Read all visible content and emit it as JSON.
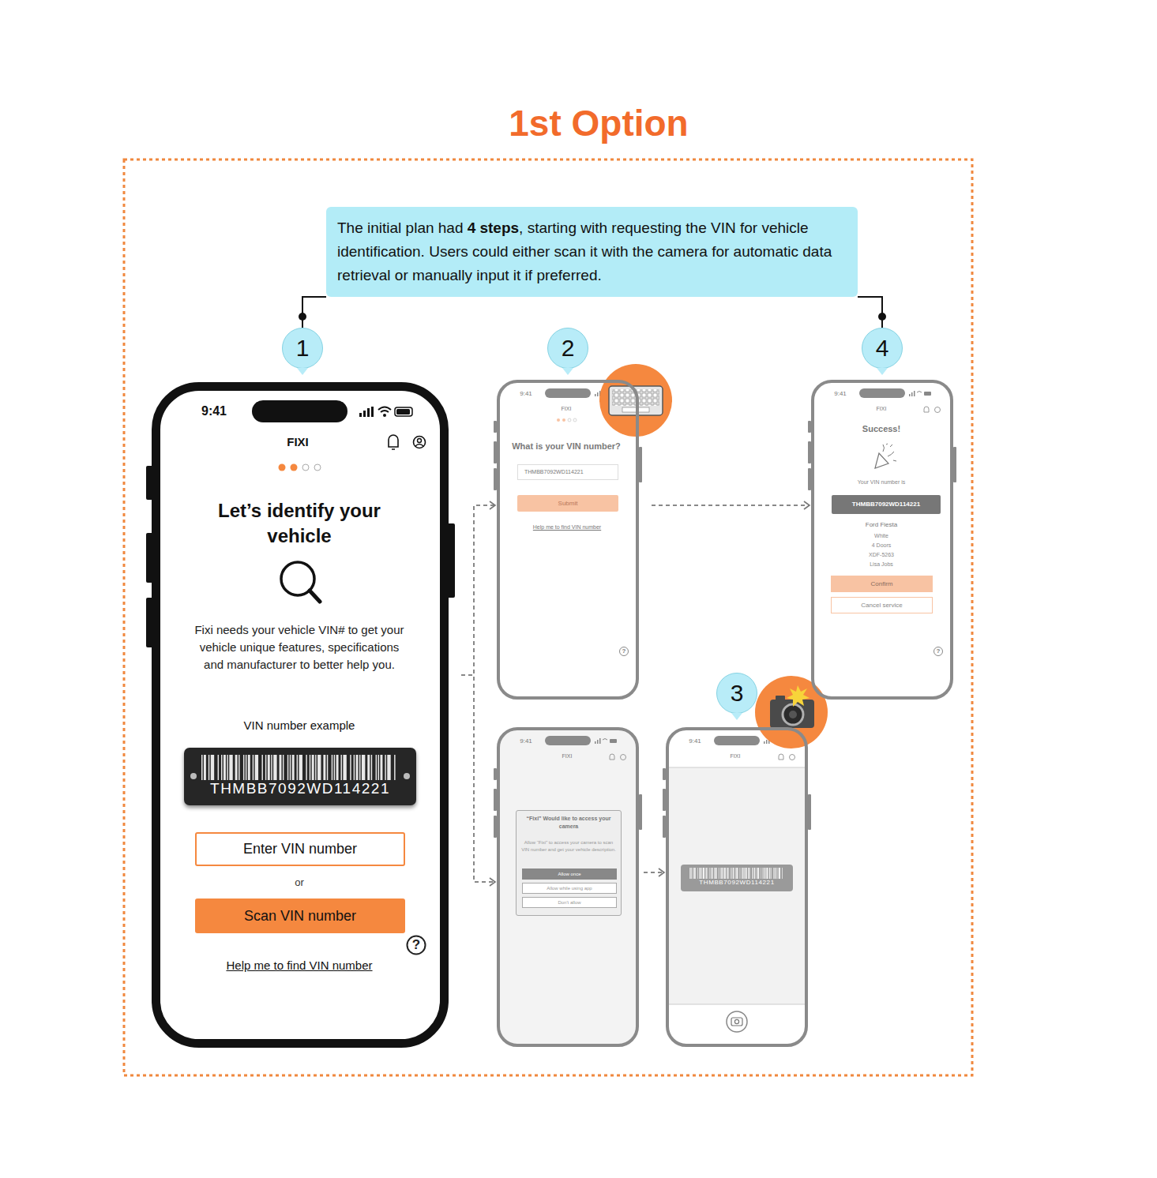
{
  "diagram": {
    "title": "1st Option",
    "nodes": [
      {
        "text": [
          "The initial plan had",
          "4 steps",
          ", starting with requesting the VIN for vehicle identification. Users could either scan it with the camera for automatic data retrieval or manually input it if preferred."
        ]
      },
      {
        "text": [
          "1"
        ]
      },
      {
        "text": [
          "2"
        ]
      },
      {
        "text": [
          "4"
        ]
      },
      {
        "text": [
          "9:41",
          "FIXI",
          "Let’s identify your vehicle",
          "Fixi needs your vehicle VIN# to get your vehicle unique features, specifications and manufacturer to better help you.",
          "VIN number example",
          "or",
          "Help me to find VIN number"
        ]
      },
      {
        "text": [
          "THMBB7092WD114221"
        ],
        "in": 4
      },
      {
        "text": [
          "Enter VIN number"
        ],
        "in": 4
      },
      {
        "text": [
          "Scan VIN number"
        ],
        "in": 4
      },
      {
        "text": [
          "9:41",
          "FIXI",
          "What is your VIN number?",
          "Help me to find VIN number"
        ]
      },
      {
        "text": [
          "THMBB7092WD114221"
        ],
        "in": 8
      },
      {
        "text": [
          "Submit"
        ],
        "in": 8
      },
      {
        "text": [
          "9:41",
          "FIXI",
          "Success!",
          "Your VIN number is",
          "Ford Fiesta",
          "White",
          "4 Doors",
          "XDF-5263",
          "Lisa Jobs"
        ]
      },
      {
        "text": [
          "THMBB7092WD114221"
        ],
        "in": 11
      },
      {
        "text": [
          "Confirm"
        ],
        "in": 11
      },
      {
        "text": [
          "Cancel service"
        ],
        "in": 11
      },
      {
        "text": [
          "3"
        ]
      },
      {
        "text": [
          "9:41",
          "FIXI"
        ]
      },
      {
        "text": [
          "“Fixi” Would like to access your camera",
          "Allow “Fixi” to access your camera to scan VIN number and get your vehicle description."
        ],
        "in": 16
      },
      {
        "text": [
          "Allow once"
        ],
        "in": 17
      },
      {
        "text": [
          "Allow while using app"
        ],
        "in": 17
      },
      {
        "text": [
          "Don't allow"
        ],
        "in": 17
      },
      {
        "text": [
          "9:41",
          "FIXI"
        ]
      },
      {
        "text": [
          "THMBB7092WD114221"
        ],
        "in": 21
      }
    ],
    "edges": [
      {
        "from": 0,
        "to": 1,
        "arrow": "none"
      },
      {
        "from": 0,
        "to": 3,
        "arrow": "none"
      },
      {
        "from": 4,
        "to": 8,
        "arrow": "to"
      },
      {
        "from": 4,
        "to": 16,
        "arrow": "to"
      },
      {
        "from": 16,
        "to": 21,
        "arrow": "to"
      },
      {
        "from": 8,
        "to": 11,
        "arrow": "to"
      }
    ],
    "labels": [
      "?",
      "?",
      "?"
    ]
  }
}
